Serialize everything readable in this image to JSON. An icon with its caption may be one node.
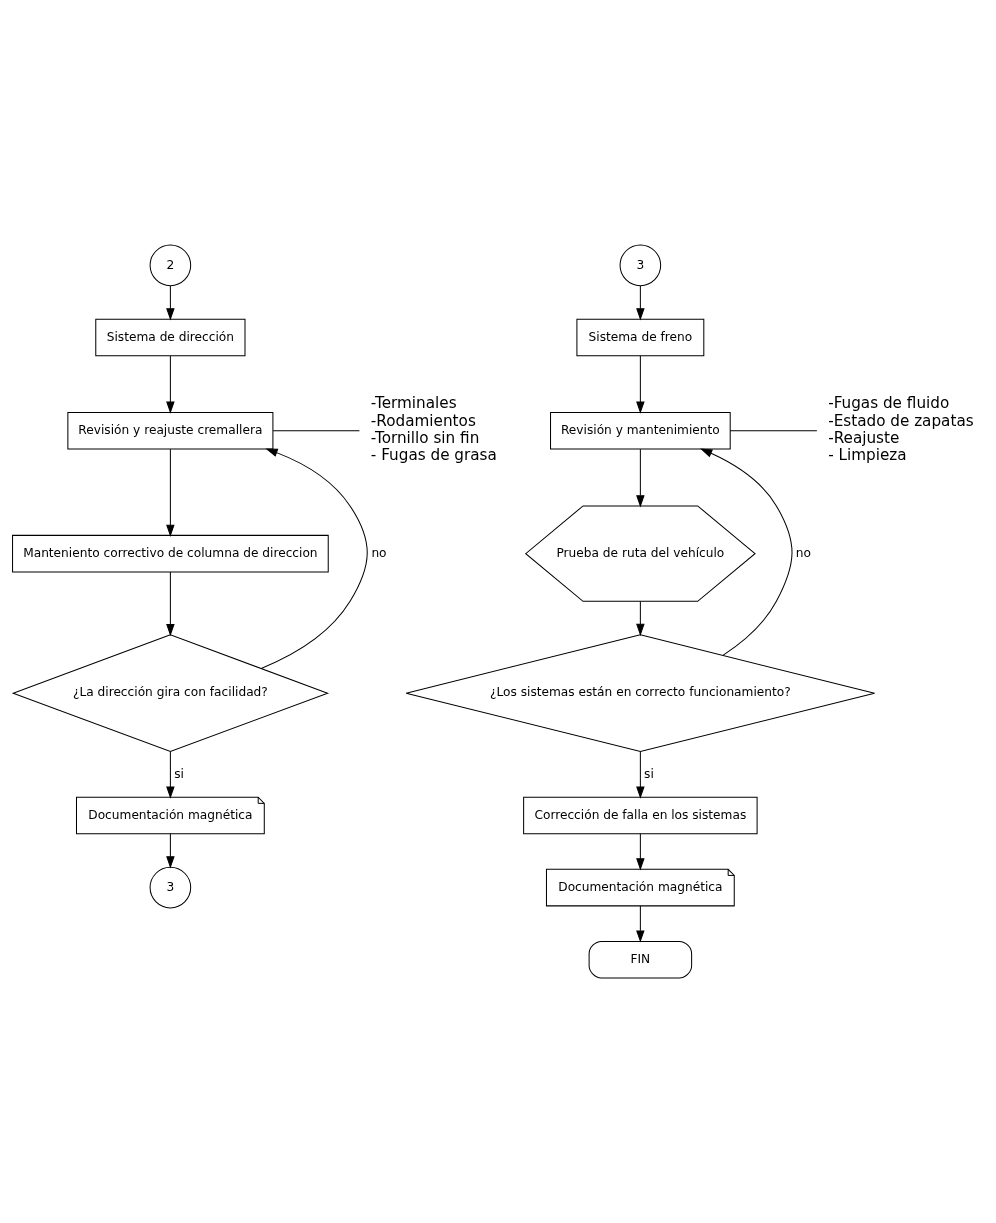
{
  "diagram": {
    "nodes": [
      {
        "text": [
          "2"
        ]
      },
      {
        "text": [
          "Sistema de dirección"
        ]
      },
      {
        "text": [
          "Revisión y reajuste cremallera"
        ]
      },
      {
        "text": [
          "Manteniento correctivo de columna de direccion"
        ]
      },
      {
        "text": [
          "¿La dirección gira con facilidad?"
        ]
      },
      {
        "text": [
          "Documentación magnética"
        ]
      },
      {
        "text": [
          "3"
        ]
      },
      {
        "text": [
          "-Terminales",
          "-Rodamientos",
          "-Tornillo sin fin",
          "- Fugas de grasa"
        ]
      },
      {
        "text": [
          "3"
        ]
      },
      {
        "text": [
          "Sistema de freno"
        ]
      },
      {
        "text": [
          "Revisión y mantenimiento"
        ]
      },
      {
        "text": [
          "-Fugas de fluido",
          "-Estado de zapatas",
          "-Reajuste",
          "- Limpieza"
        ]
      },
      {
        "text": [
          "Prueba de ruta del vehículo"
        ]
      },
      {
        "text": [
          "¿Los sistemas están en correcto funcionamiento?"
        ]
      },
      {
        "text": [
          "Corrección de falla en los sistemas"
        ]
      },
      {
        "text": [
          "Documentación magnética"
        ]
      },
      {
        "text": [
          "FIN"
        ]
      }
    ],
    "edges": [
      {
        "from": 0,
        "to": 1,
        "arrow": "to"
      },
      {
        "from": 1,
        "to": 2,
        "arrow": "to"
      },
      {
        "from": 2,
        "to": 3,
        "arrow": "to"
      },
      {
        "from": 3,
        "to": 4,
        "arrow": "to"
      },
      {
        "from": 4,
        "to": 2,
        "arrow": "to",
        "label": "no"
      },
      {
        "from": 4,
        "to": 5,
        "arrow": "to",
        "label": "si"
      },
      {
        "from": 5,
        "to": 6,
        "arrow": "to"
      },
      {
        "from": 2,
        "to": 7,
        "arrow": "none"
      },
      {
        "from": 8,
        "to": 9,
        "arrow": "to"
      },
      {
        "from": 9,
        "to": 10,
        "arrow": "to"
      },
      {
        "from": 10,
        "to": 11,
        "arrow": "none"
      },
      {
        "from": 10,
        "to": 12,
        "arrow": "to"
      },
      {
        "from": 12,
        "to": 13,
        "arrow": "to"
      },
      {
        "from": 13,
        "to": 10,
        "arrow": "to",
        "label": "no"
      },
      {
        "from": 13,
        "to": 14,
        "arrow": "to",
        "label": "si"
      },
      {
        "from": 14,
        "to": 15,
        "arrow": "to"
      },
      {
        "from": 15,
        "to": 16,
        "arrow": "to"
      }
    ]
  }
}
